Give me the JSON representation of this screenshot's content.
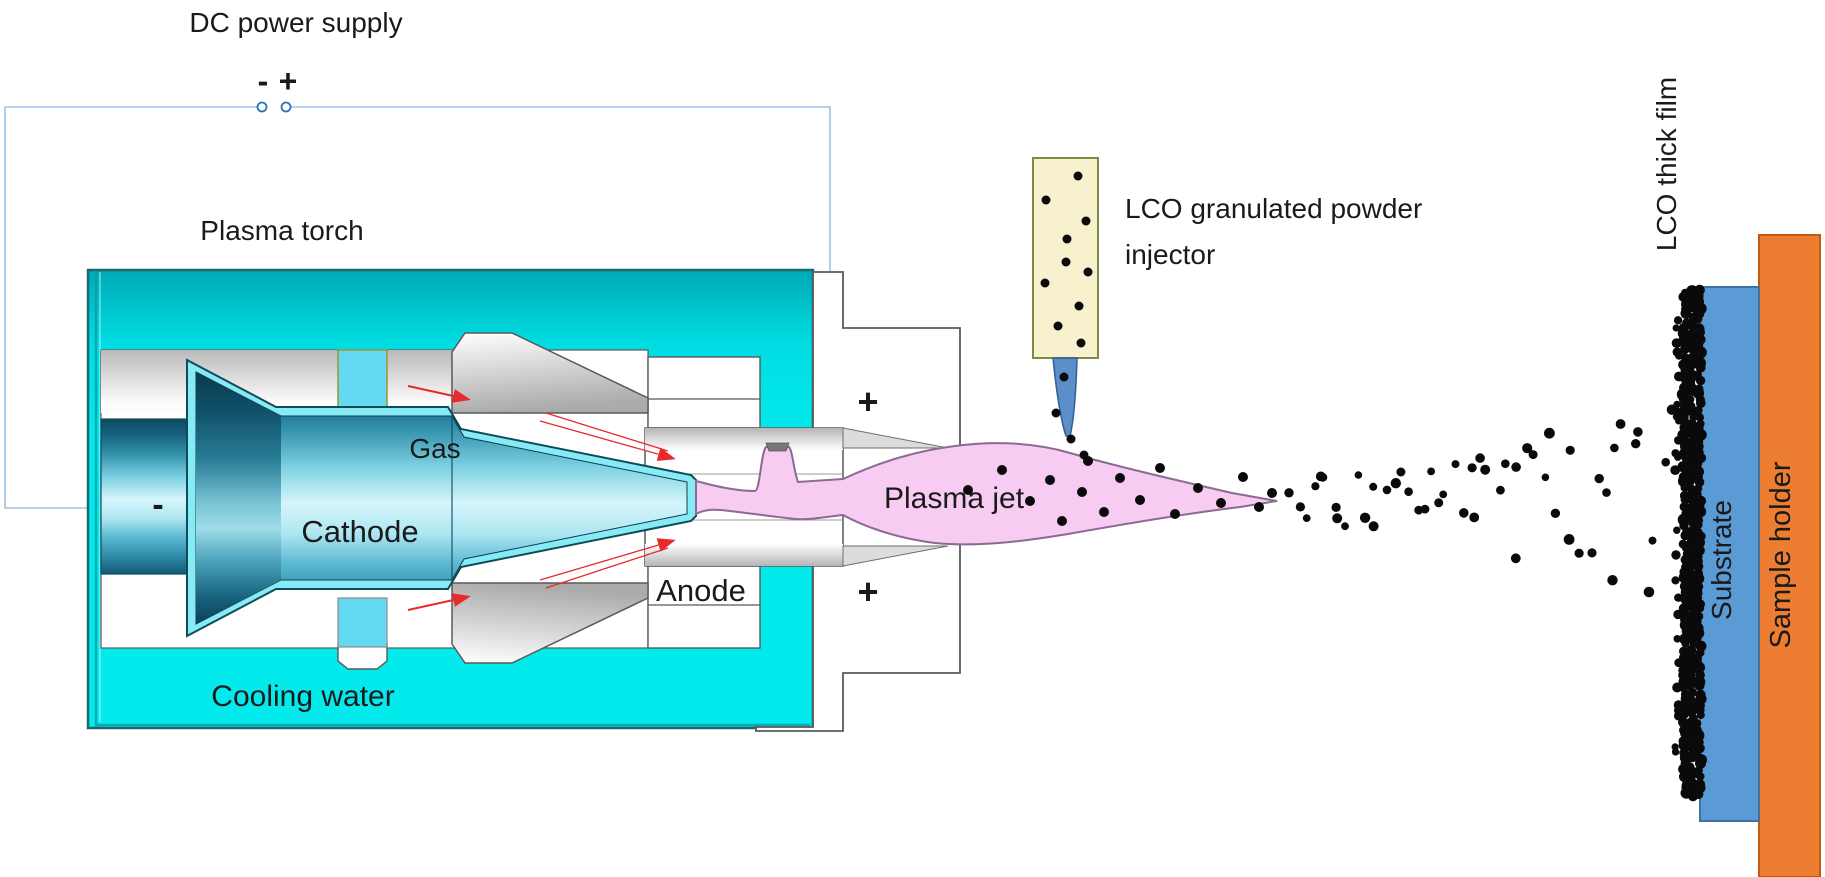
{
  "diagram": {
    "power_supply": {
      "label": "DC power supply",
      "minus": "-",
      "plus": "+"
    },
    "torch": {
      "label": "Plasma torch",
      "gas_label": "Gas",
      "cathode_label": "Cathode",
      "cathode_polarity": "-",
      "anode_label": "Anode",
      "anode_plus_top": "+",
      "anode_plus_bottom": "+",
      "cooling_label": "Cooling water"
    },
    "jet": {
      "label": "Plasma jet"
    },
    "injector": {
      "line1": "LCO granulated powder",
      "line2": "injector"
    },
    "deposit": {
      "film_label": "LCO thick film",
      "substrate_label": "Substrate",
      "holder_label": "Sample holder"
    },
    "colors": {
      "torch_cyan": "#02E6EA",
      "plasma": "#F8CBF2",
      "substrate": "#5B9BD5",
      "holder": "#ED7D31",
      "injector_body": "#F7F1CD",
      "nozzle": "#5B8FC9",
      "wire": "#9DC3E6",
      "gas_arrow": "#E82A2A",
      "gas_text": "#F21D1D",
      "cooling_text": "#2133CC",
      "injector_text": "#1F3864",
      "particles": "#0A0A0A"
    }
  }
}
